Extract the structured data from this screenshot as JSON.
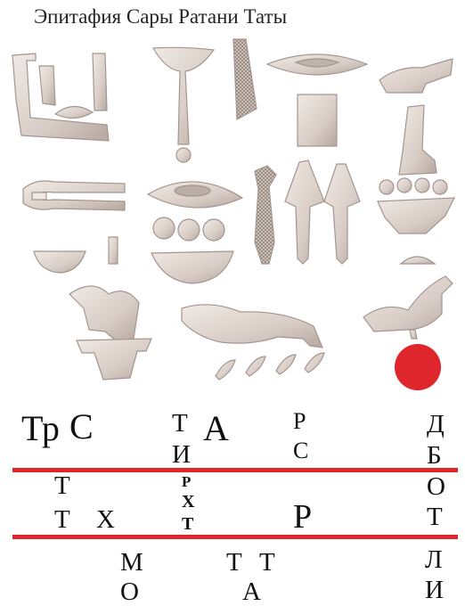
{
  "title": "Эпитафия Сары Ратани Таты",
  "colors": {
    "stone": "#d9cfc8",
    "stone_shadow": "#a89a92",
    "stone_highlight": "#f1ebe6",
    "marker": "#e0262d",
    "rule": "#e0262d"
  },
  "row1": [
    {
      "text": "Тр"
    },
    {
      "text": "С"
    },
    {
      "text": "Т"
    },
    {
      "text": "И"
    },
    {
      "text": "А"
    },
    {
      "text": "Р"
    },
    {
      "text": "С"
    },
    {
      "text": "Д"
    },
    {
      "text": "Б"
    }
  ],
  "row2": [
    {
      "text": "Т"
    },
    {
      "text": "Т"
    },
    {
      "text": "Х"
    },
    {
      "text": "Р"
    },
    {
      "text": "Х"
    },
    {
      "text": "Т"
    },
    {
      "text": "Р"
    },
    {
      "text": "О"
    },
    {
      "text": "Т"
    }
  ],
  "row3": [
    {
      "text": "М"
    },
    {
      "text": "О"
    },
    {
      "text": "Т"
    },
    {
      "text": "Т"
    },
    {
      "text": "А"
    },
    {
      "text": "Л"
    },
    {
      "text": "И"
    }
  ]
}
